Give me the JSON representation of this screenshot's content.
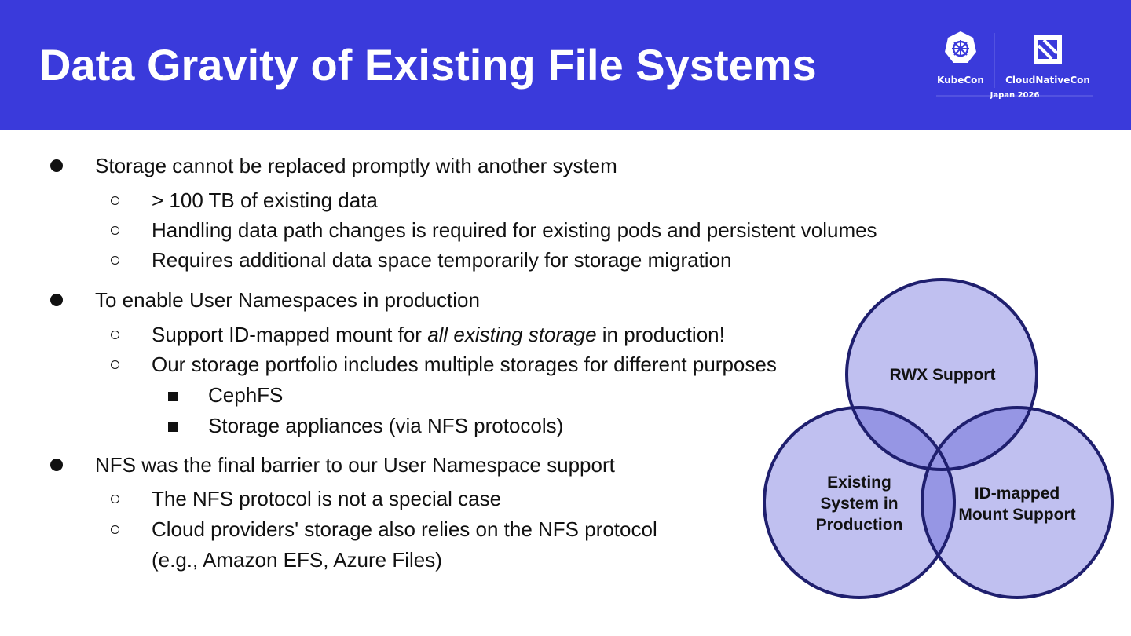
{
  "header": {
    "title": "Data Gravity of Existing File Systems",
    "background": "#3a3adb",
    "logo": {
      "left_label": "KubeCon",
      "right_label": "CloudNativeCon",
      "sub_label": "Japan 2026"
    }
  },
  "bullets": {
    "b1": {
      "text": "Storage cannot be replaced promptly with another system",
      "items": [
        "> 100 TB of existing data",
        "Handling data path changes is required for existing pods and persistent volumes",
        "Requires additional data space temporarily for storage migration"
      ]
    },
    "b2": {
      "text": "To enable User Namespaces in production",
      "item1": {
        "before": "Support ID-mapped mount for ",
        "emphasis": "all existing storage",
        "after": " in production!"
      },
      "item2": "Our storage portfolio includes multiple storages for different purposes",
      "subitems": [
        "CephFS",
        "Storage appliances (via NFS protocols)"
      ]
    },
    "b3": {
      "text": "NFS was the final barrier to our User Namespace support",
      "items": [
        "The NFS protocol is not a special case",
        "Cloud providers' storage also relies on the NFS protocol"
      ],
      "continuation": "(e.g., Amazon EFS, Azure Files)"
    }
  },
  "venn": {
    "top": "RWX Support",
    "left_line1": "Existing",
    "left_line2": "System in",
    "left_line3": "Production",
    "right_line1": "ID-mapped",
    "right_line2": "Mount Support",
    "fill": "#c0c0f0",
    "overlap_fill": "#9696e4",
    "stroke": "#1f1f6e"
  }
}
